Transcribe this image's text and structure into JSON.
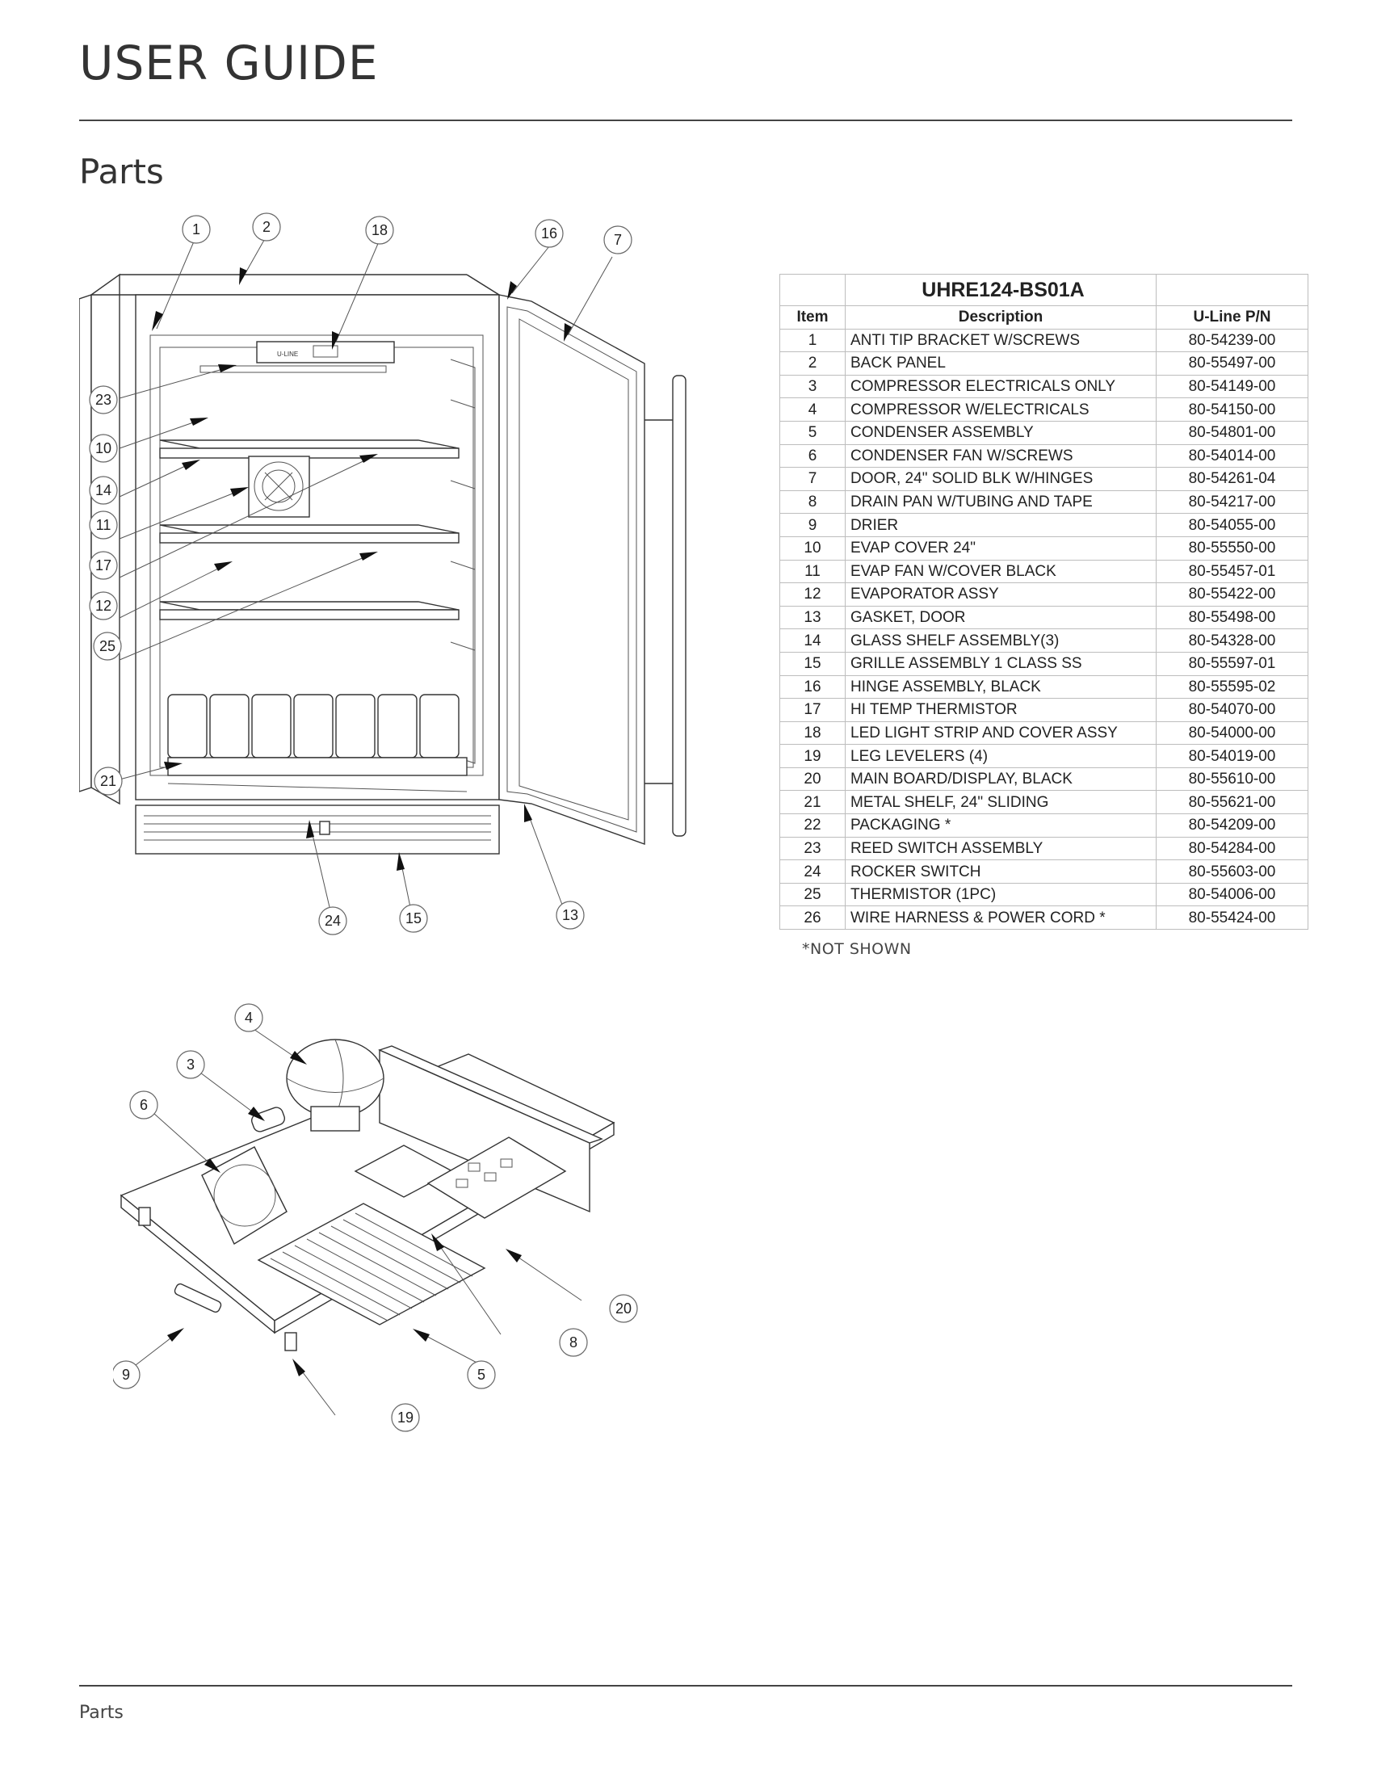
{
  "header": {
    "title": "USER GUIDE"
  },
  "section": {
    "title": "Parts"
  },
  "footer": {
    "label": "Parts"
  },
  "table": {
    "model": "UHRE124-BS01A",
    "columns": [
      "Item",
      "Description",
      "U-Line P/N"
    ],
    "rows": [
      [
        "1",
        "ANTI TIP BRACKET W/SCREWS",
        "80-54239-00"
      ],
      [
        "2",
        "BACK PANEL",
        "80-55497-00"
      ],
      [
        "3",
        "COMPRESSOR ELECTRICALS ONLY",
        "80-54149-00"
      ],
      [
        "4",
        "COMPRESSOR W/ELECTRICALS",
        "80-54150-00"
      ],
      [
        "5",
        "CONDENSER ASSEMBLY",
        "80-54801-00"
      ],
      [
        "6",
        "CONDENSER FAN W/SCREWS",
        "80-54014-00"
      ],
      [
        "7",
        "DOOR, 24\" SOLID BLK W/HINGES",
        "80-54261-04"
      ],
      [
        "8",
        "DRAIN PAN W/TUBING AND TAPE",
        "80-54217-00"
      ],
      [
        "9",
        "DRIER",
        "80-54055-00"
      ],
      [
        "10",
        "EVAP COVER 24\"",
        "80-55550-00"
      ],
      [
        "11",
        "EVAP FAN W/COVER BLACK",
        "80-55457-01"
      ],
      [
        "12",
        "EVAPORATOR ASSY",
        "80-55422-00"
      ],
      [
        "13",
        "GASKET, DOOR",
        "80-55498-00"
      ],
      [
        "14",
        "GLASS SHELF ASSEMBLY(3)",
        "80-54328-00"
      ],
      [
        "15",
        "GRILLE ASSEMBLY 1 CLASS SS",
        "80-55597-01"
      ],
      [
        "16",
        "HINGE ASSEMBLY, BLACK",
        "80-55595-02"
      ],
      [
        "17",
        "HI TEMP THERMISTOR",
        "80-54070-00"
      ],
      [
        "18",
        "LED LIGHT STRIP AND COVER ASSY",
        "80-54000-00"
      ],
      [
        "19",
        "LEG LEVELERS (4)",
        "80-54019-00"
      ],
      [
        "20",
        "MAIN BOARD/DISPLAY, BLACK",
        "80-55610-00"
      ],
      [
        "21",
        "METAL SHELF, 24\" SLIDING",
        "80-55621-00"
      ],
      [
        "22",
        "PACKAGING *",
        "80-54209-00"
      ],
      [
        "23",
        "REED SWITCH ASSEMBLY",
        "80-54284-00"
      ],
      [
        "24",
        "ROCKER SWITCH",
        "80-55603-00"
      ],
      [
        "25",
        "THERMISTOR (1PC)",
        "80-54006-00"
      ],
      [
        "26",
        "WIRE HARNESS & POWER CORD *",
        "80-55424-00"
      ]
    ],
    "note": "*NOT SHOWN"
  },
  "diagram_upper": {
    "panel_brand": "U-LINE",
    "callouts": [
      "1",
      "2",
      "18",
      "16",
      "7",
      "23",
      "10",
      "14",
      "11",
      "17",
      "12",
      "25",
      "21",
      "24",
      "15",
      "13"
    ]
  },
  "diagram_lower": {
    "callouts": [
      "4",
      "3",
      "6",
      "20",
      "8",
      "9",
      "5",
      "19"
    ]
  }
}
